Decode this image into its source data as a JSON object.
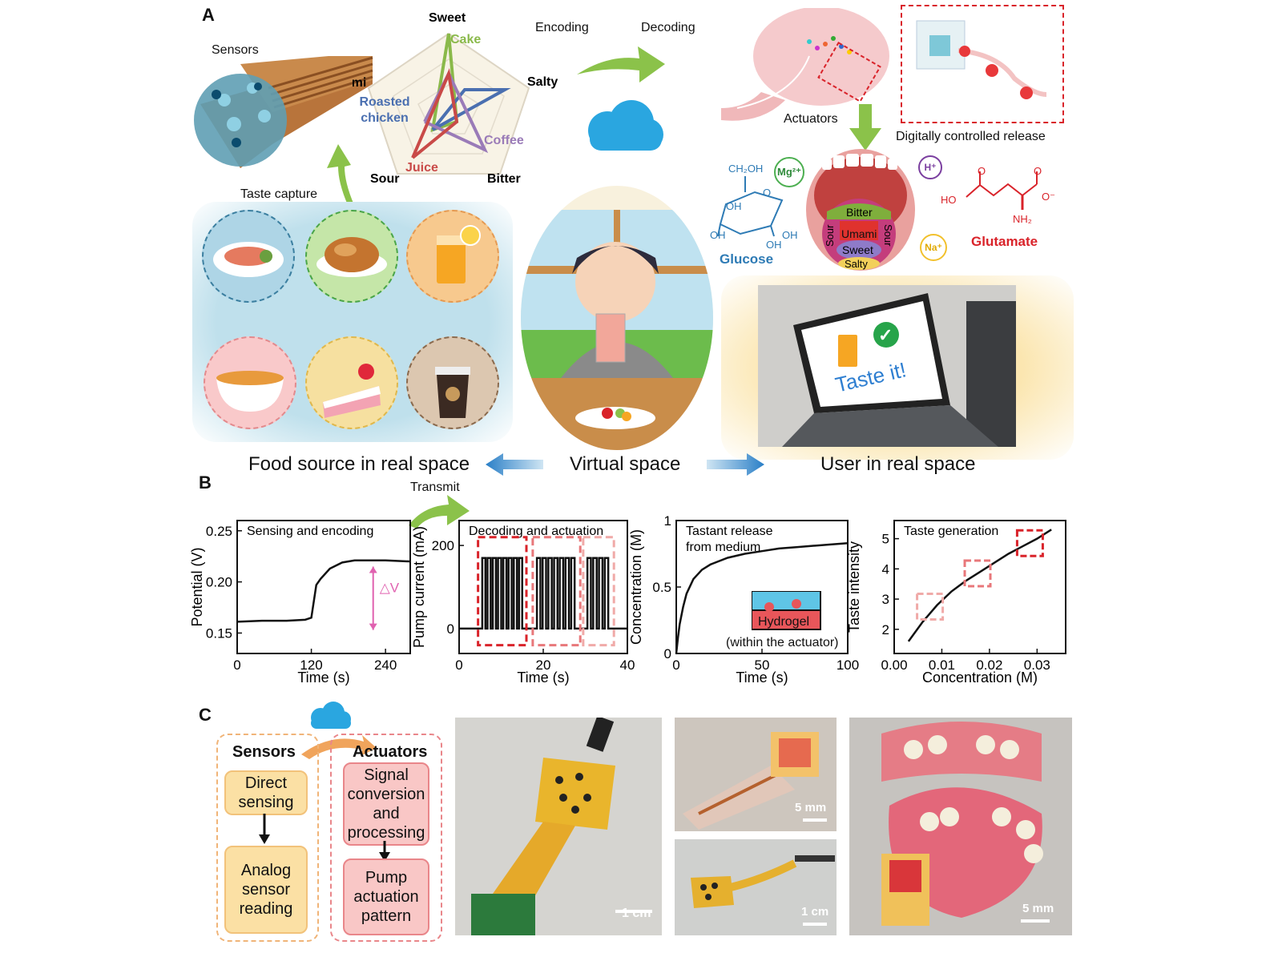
{
  "panels": {
    "a": "A",
    "b": "B",
    "c": "C"
  },
  "panel_a": {
    "sensors_label": "Sensors",
    "taste_capture_label": "Taste capture",
    "radar": {
      "axes": [
        "Sweet",
        "Salty",
        "Bitter",
        "Sour",
        "Umami"
      ],
      "series": [
        {
          "name": "Cake",
          "color": "#8ab94a"
        },
        {
          "name": "Roasted chicken",
          "color": "#4a6fb0"
        },
        {
          "name": "Coffee",
          "color": "#9a7bb8"
        },
        {
          "name": "Juice",
          "color": "#c94a48"
        }
      ]
    },
    "encoding_label": "Encoding",
    "decoding_label": "Decoding",
    "actuators_label": "Actuators",
    "release_label": "Digitally controlled release",
    "glucose": {
      "name": "Glucose",
      "ch2oh": "CH₂OH",
      "o": "O",
      "oh": "OH"
    },
    "ions": {
      "mg": "Mg²⁺",
      "h": "H⁺",
      "na": "Na⁺"
    },
    "glutamate": {
      "name": "Glutamate",
      "ho": "HO",
      "o": "O",
      "o_minus": "O⁻",
      "nh2": "NH₂"
    },
    "tongue": {
      "bitter": "Bitter",
      "umami": "Umami",
      "sweet": "Sweet",
      "salty": "Salty",
      "sour": "Sour"
    },
    "laptop_text": "Taste it!",
    "check_mark": "✓",
    "food_label": "Food source in real space",
    "virtual_label": "Virtual space",
    "user_label": "User in real space"
  },
  "panel_b": {
    "transmit_label": "Transmit",
    "delta_v": "△V",
    "hydrogel_label": "Hydrogel",
    "hydrogel_note": "(within the actuator)"
  },
  "chart_data": [
    {
      "type": "line",
      "title": "Sensing and encoding",
      "xlabel": "Time (s)",
      "ylabel": "Potential (V)",
      "xlim": [
        0,
        280
      ],
      "ylim": [
        0.13,
        0.26
      ],
      "xticks": [
        0,
        120,
        240
      ],
      "yticks": [
        0.15,
        0.2,
        0.25
      ],
      "x": [
        0,
        40,
        80,
        110,
        120,
        125,
        128,
        135,
        150,
        170,
        190,
        210,
        240,
        280
      ],
      "y": [
        0.161,
        0.162,
        0.162,
        0.163,
        0.165,
        0.185,
        0.197,
        0.203,
        0.213,
        0.219,
        0.221,
        0.221,
        0.221,
        0.22
      ]
    },
    {
      "type": "line",
      "title": "Decoding and actuation",
      "xlabel": "Time (s)",
      "ylabel": "Pump current (mA)",
      "xlim": [
        0,
        40
      ],
      "ylim": [
        -60,
        260
      ],
      "xticks": [
        0,
        20,
        40
      ],
      "yticks": [
        0,
        200
      ],
      "pulse_bursts": [
        {
          "start": 5.5,
          "end": 15.5,
          "count": 8,
          "high": 170
        },
        {
          "start": 18.5,
          "end": 28,
          "count": 7,
          "high": 170
        },
        {
          "start": 30.5,
          "end": 36,
          "count": 4,
          "high": 170
        }
      ],
      "highlight_boxes": [
        {
          "x0": 4.5,
          "x1": 16,
          "color": "#d9232a"
        },
        {
          "x0": 17.5,
          "x1": 28.8,
          "color": "#e8777a"
        },
        {
          "x0": 29.5,
          "x1": 36.8,
          "color": "#f0aaa8"
        }
      ]
    },
    {
      "type": "line",
      "title": "Tastant release from medium",
      "title_lines": [
        "Tastant release",
        "from medium"
      ],
      "xlabel": "Time (s)",
      "ylabel": "Concentration (M)",
      "xlim": [
        0,
        100
      ],
      "ylim": [
        0,
        1.0
      ],
      "xticks": [
        0,
        50,
        100
      ],
      "yticks": [
        0.0,
        0.5,
        1.0
      ],
      "x": [
        0,
        1,
        2,
        4,
        6,
        10,
        15,
        20,
        30,
        40,
        50,
        60,
        70,
        80,
        90,
        100
      ],
      "y": [
        0.0,
        0.12,
        0.22,
        0.35,
        0.45,
        0.56,
        0.63,
        0.67,
        0.72,
        0.75,
        0.77,
        0.79,
        0.8,
        0.81,
        0.82,
        0.83
      ]
    },
    {
      "type": "line",
      "title": "Taste generation",
      "xlabel": "Concentration (M)",
      "ylabel": "Taste intensity",
      "xlim": [
        0,
        0.036
      ],
      "ylim": [
        1.2,
        5.6
      ],
      "xticks": [
        0.0,
        0.01,
        0.02,
        0.03
      ],
      "xtick_labels": [
        "0.00",
        "0.01",
        "0.02",
        "0.03"
      ],
      "yticks": [
        2,
        3,
        4,
        5
      ],
      "x": [
        0.003,
        0.006,
        0.009,
        0.012,
        0.015,
        0.018,
        0.021,
        0.024,
        0.027,
        0.03,
        0.033
      ],
      "y": [
        1.6,
        2.25,
        2.8,
        3.25,
        3.6,
        3.9,
        4.2,
        4.5,
        4.75,
        5.0,
        5.3
      ],
      "highlight_boxes": [
        {
          "cx": 0.0075,
          "cy": 2.75,
          "color": "#f0aaa8"
        },
        {
          "cx": 0.0175,
          "cy": 3.85,
          "color": "#e8777a"
        },
        {
          "cx": 0.0285,
          "cy": 4.85,
          "color": "#d9232a"
        }
      ]
    }
  ],
  "panel_c": {
    "sensors_title": "Sensors",
    "actuators_title": "Actuators",
    "direct_sensing": "Direct sensing",
    "analog_reading": "Analog sensor reading",
    "signal_processing": "Signal conversion and processing",
    "pump_pattern": "Pump actuation pattern",
    "scale_1cm": "1 cm",
    "scale_5mm": "5 mm"
  },
  "colors": {
    "food_bg": "#cde6ef",
    "user_bg": "#fbf1d2",
    "arrow_green": "#8bc24a",
    "arrow_blue": "#3d8fd1",
    "cloud": "#2aa6e0",
    "sensor_orange": "#f5c98a",
    "actuator_pink": "#f4a9a7"
  }
}
